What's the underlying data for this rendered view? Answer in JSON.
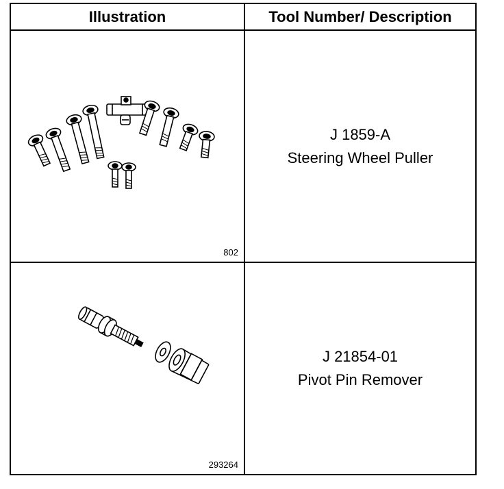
{
  "table": {
    "headers": {
      "illustration": "Illustration",
      "tool": "Tool Number/ Description"
    },
    "rows": [
      {
        "figure_number": "802",
        "tool_number": "J 1859-A",
        "description": "Steering Wheel Puller",
        "illustration_icon": "steering-wheel-puller-icon"
      },
      {
        "figure_number": "293264",
        "tool_number": "J 21854-01",
        "description": "Pivot Pin Remover",
        "illustration_icon": "pivot-pin-remover-icon"
      }
    ]
  }
}
